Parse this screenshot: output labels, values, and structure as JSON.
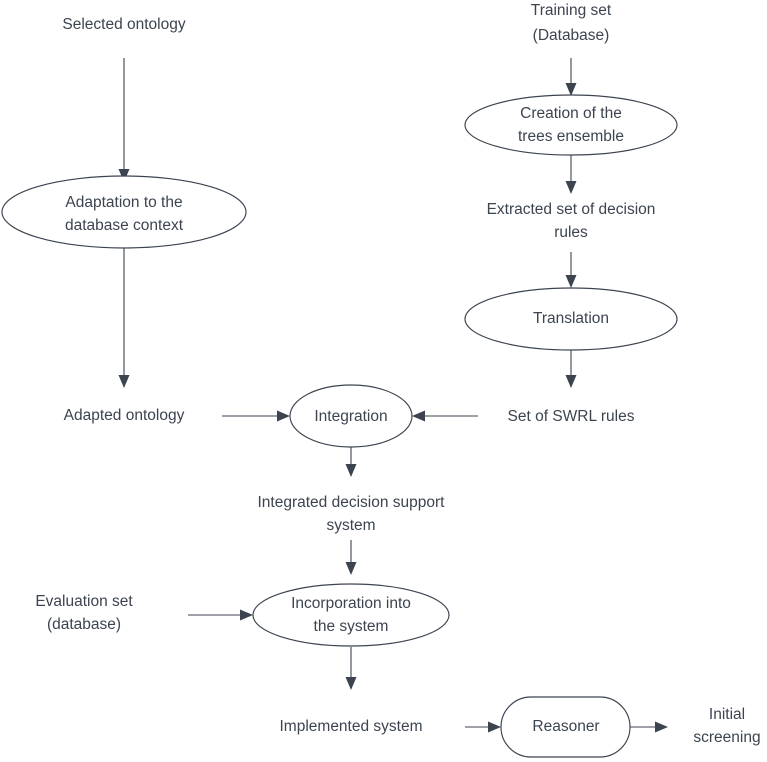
{
  "diagram": {
    "title": "Ontology and decision-rule integration workflow",
    "background_color": "#ffffff",
    "stroke_color": "#3c4450",
    "text_color": "#3c4450",
    "nodes": [
      {
        "id": "selected-ontology",
        "shape": "text",
        "lines": [
          "Selected ontology"
        ]
      },
      {
        "id": "training-set",
        "shape": "text",
        "lines": [
          "Training set",
          "(Database)"
        ]
      },
      {
        "id": "adaptation",
        "shape": "ellipse",
        "lines": [
          "Adaptation to the",
          "database context"
        ]
      },
      {
        "id": "creation-trees",
        "shape": "ellipse",
        "lines": [
          "Creation of the",
          "trees ensemble"
        ]
      },
      {
        "id": "extracted-rules",
        "shape": "text",
        "lines": [
          "Extracted set of decision",
          "rules"
        ]
      },
      {
        "id": "translation",
        "shape": "ellipse",
        "lines": [
          "Translation"
        ]
      },
      {
        "id": "adapted-ontology",
        "shape": "text",
        "lines": [
          "Adapted ontology"
        ]
      },
      {
        "id": "integration",
        "shape": "ellipse",
        "lines": [
          "Integration"
        ]
      },
      {
        "id": "swrl-rules",
        "shape": "text",
        "lines": [
          "Set of SWRL rules"
        ]
      },
      {
        "id": "integrated-dss",
        "shape": "text",
        "lines": [
          "Integrated decision support",
          "system"
        ]
      },
      {
        "id": "evaluation-set",
        "shape": "text",
        "lines": [
          "Evaluation set",
          "(database)"
        ]
      },
      {
        "id": "incorporation",
        "shape": "ellipse",
        "lines": [
          "Incorporation into",
          "the system"
        ]
      },
      {
        "id": "implemented-system",
        "shape": "text",
        "lines": [
          "Implemented system"
        ]
      },
      {
        "id": "reasoner",
        "shape": "stadium",
        "lines": [
          "Reasoner"
        ]
      },
      {
        "id": "initial-screening",
        "shape": "text",
        "lines": [
          "Initial",
          "screening"
        ]
      }
    ],
    "edges": [
      {
        "from": "selected-ontology",
        "to": "adaptation",
        "direction": "down"
      },
      {
        "from": "training-set",
        "to": "creation-trees",
        "direction": "down"
      },
      {
        "from": "adaptation",
        "to": "adapted-ontology",
        "direction": "down"
      },
      {
        "from": "creation-trees",
        "to": "extracted-rules",
        "direction": "down"
      },
      {
        "from": "extracted-rules",
        "to": "translation",
        "direction": "down"
      },
      {
        "from": "translation",
        "to": "swrl-rules",
        "direction": "down"
      },
      {
        "from": "adapted-ontology",
        "to": "integration",
        "direction": "right"
      },
      {
        "from": "swrl-rules",
        "to": "integration",
        "direction": "left"
      },
      {
        "from": "integration",
        "to": "integrated-dss",
        "direction": "down"
      },
      {
        "from": "integrated-dss",
        "to": "incorporation",
        "direction": "down"
      },
      {
        "from": "evaluation-set",
        "to": "incorporation",
        "direction": "right"
      },
      {
        "from": "incorporation",
        "to": "implemented-system",
        "direction": "down"
      },
      {
        "from": "implemented-system",
        "to": "reasoner",
        "direction": "right"
      },
      {
        "from": "reasoner",
        "to": "initial-screening",
        "direction": "right"
      }
    ]
  },
  "labels": {
    "selected_ontology": "Selected ontology",
    "training_set_l1": "Training set",
    "training_set_l2": "(Database)",
    "adaptation_l1": "Adaptation to the",
    "adaptation_l2": "database context",
    "creation_trees_l1": "Creation of the",
    "creation_trees_l2": "trees ensemble",
    "extracted_rules_l1": "Extracted set of decision",
    "extracted_rules_l2": "rules",
    "translation": "Translation",
    "adapted_ontology": "Adapted ontology",
    "integration": "Integration",
    "swrl_rules": "Set of SWRL rules",
    "integrated_dss_l1": "Integrated decision support",
    "integrated_dss_l2": "system",
    "evaluation_set_l1": "Evaluation set",
    "evaluation_set_l2": "(database)",
    "incorporation_l1": "Incorporation into",
    "incorporation_l2": "the system",
    "implemented_system": "Implemented system",
    "reasoner": "Reasoner",
    "initial_screening_l1": "Initial",
    "initial_screening_l2": "screening"
  }
}
